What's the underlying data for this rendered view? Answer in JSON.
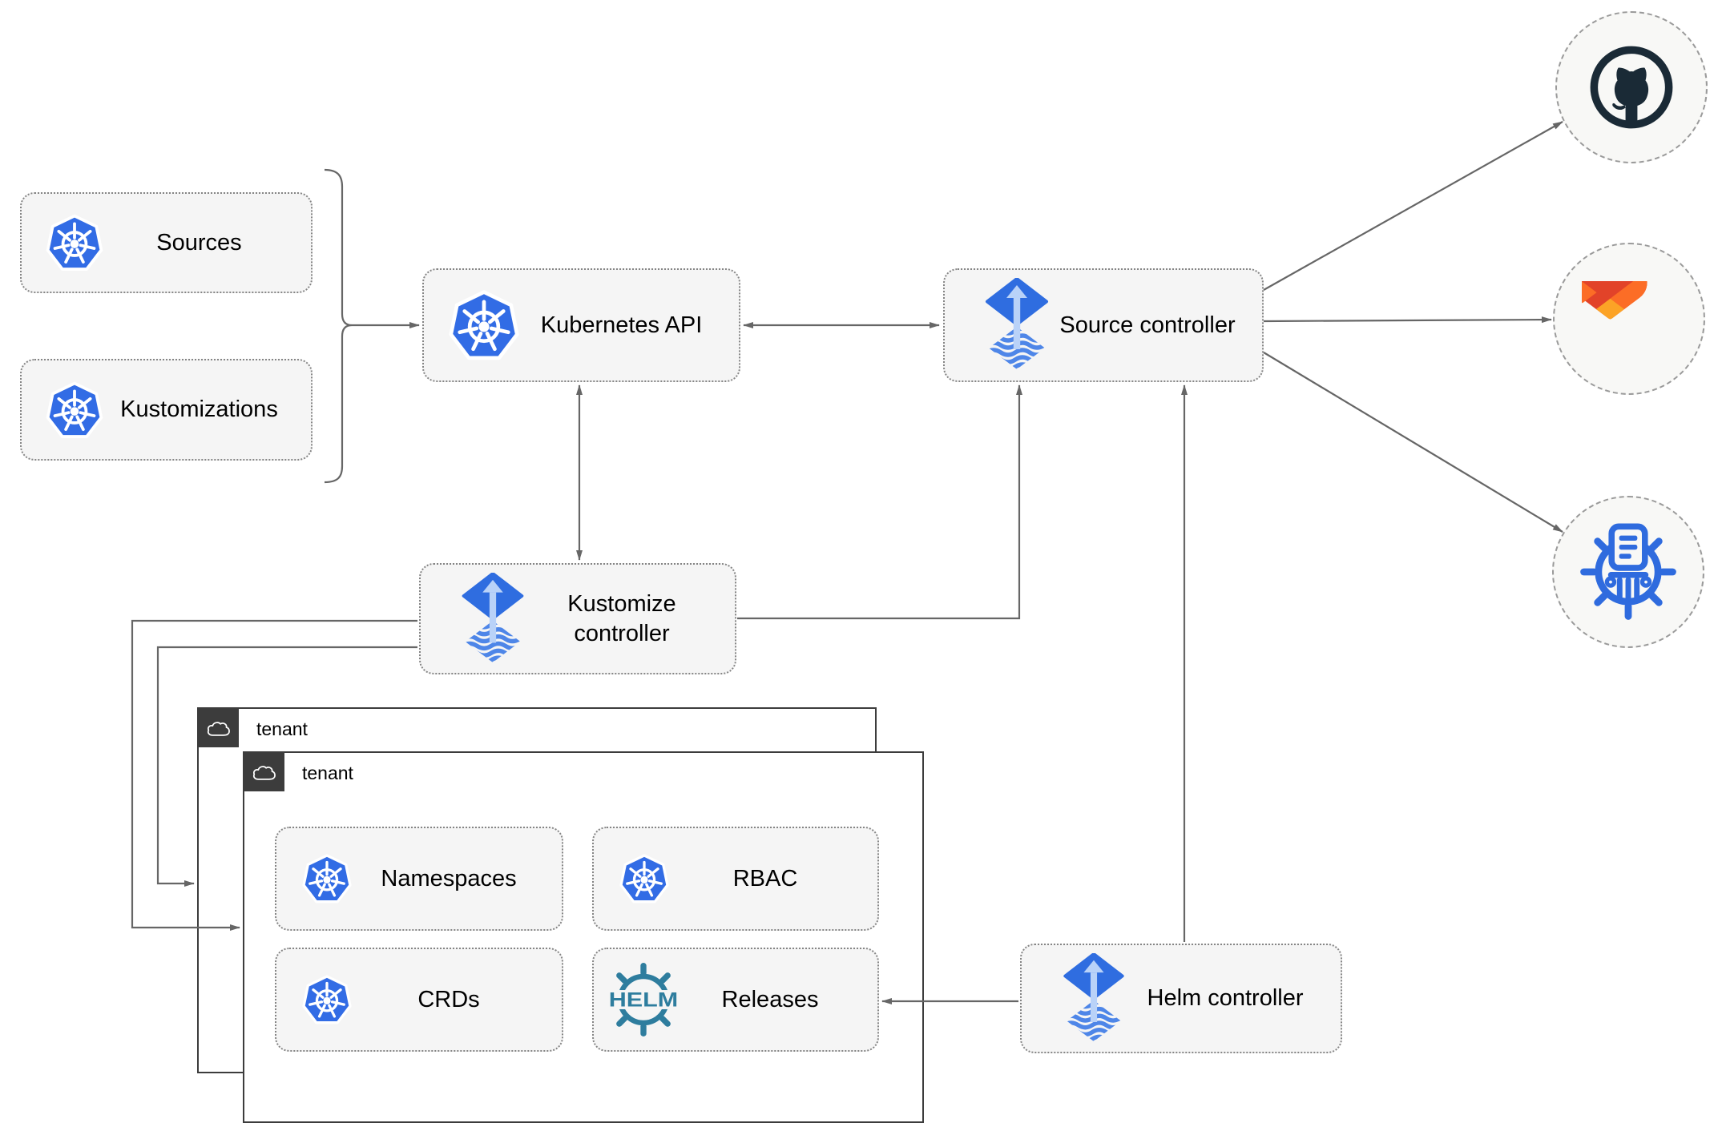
{
  "nodes": {
    "sources": {
      "label": "Sources",
      "icon": "kubernetes-icon"
    },
    "kustomizations": {
      "label": "Kustomizations",
      "icon": "kubernetes-icon"
    },
    "kubernetes_api": {
      "label": "Kubernetes API",
      "icon": "kubernetes-icon"
    },
    "source_controller": {
      "label": "Source controller",
      "icon": "flux-icon"
    },
    "kustomize_controller": {
      "label": "Kustomize controller",
      "icon": "flux-icon"
    },
    "helm_controller": {
      "label": "Helm controller",
      "icon": "flux-icon"
    },
    "tenant_outer": {
      "label": "tenant",
      "icon": "cloud-icon"
    },
    "tenant_inner": {
      "label": "tenant",
      "icon": "cloud-icon"
    },
    "namespaces": {
      "label": "Namespaces",
      "icon": "kubernetes-icon"
    },
    "rbac": {
      "label": "RBAC",
      "icon": "kubernetes-icon"
    },
    "crds": {
      "label": "CRDs",
      "icon": "kubernetes-icon"
    },
    "releases": {
      "label": "Releases",
      "icon": "helm-wheel-icon",
      "icon_text": "HELM"
    },
    "github": {
      "icon": "github-icon"
    },
    "gitlab": {
      "icon": "gitlab-icon"
    },
    "chartmuseum": {
      "icon": "chartmuseum-icon"
    }
  },
  "edges": [
    {
      "from": "sources-kustomizations-brace",
      "to": "kubernetes-api",
      "style": "arrow"
    },
    {
      "from": "kubernetes-api",
      "to": "source-controller",
      "style": "bidirectional-arrow"
    },
    {
      "from": "kubernetes-api",
      "to": "kustomize-controller",
      "style": "bidirectional-arrow"
    },
    {
      "from": "kustomize-controller",
      "to": "source-controller",
      "style": "arrow"
    },
    {
      "from": "helm-controller",
      "to": "source-controller",
      "style": "arrow"
    },
    {
      "from": "kustomize-controller",
      "to": "tenant-inner",
      "style": "arrow"
    },
    {
      "from": "kustomize-controller",
      "to": "tenant-outer",
      "style": "arrow"
    },
    {
      "from": "helm-controller",
      "to": "releases",
      "style": "arrow"
    },
    {
      "from": "source-controller",
      "to": "github",
      "style": "arrow"
    },
    {
      "from": "source-controller",
      "to": "gitlab",
      "style": "arrow"
    },
    {
      "from": "source-controller",
      "to": "chartmuseum",
      "style": "arrow"
    }
  ],
  "colors": {
    "kubernetes_blue": "#326ce5",
    "flux_blue": "#2f6de0",
    "flux_stripe_blue": "#4e86e8",
    "flux_arrow_light": "#b9d2f8",
    "helm_teal": "#2e7d9e",
    "chartmuseum_blue": "#2f6bde",
    "github_navy": "#1a2a36",
    "gitlab_orange_dark": "#e24329",
    "gitlab_orange": "#fc6d26",
    "gitlab_orange_light": "#fca326",
    "connector_gray": "#666666",
    "node_fill": "#f5f5f5",
    "tenant_border": "#3c3c3c"
  }
}
